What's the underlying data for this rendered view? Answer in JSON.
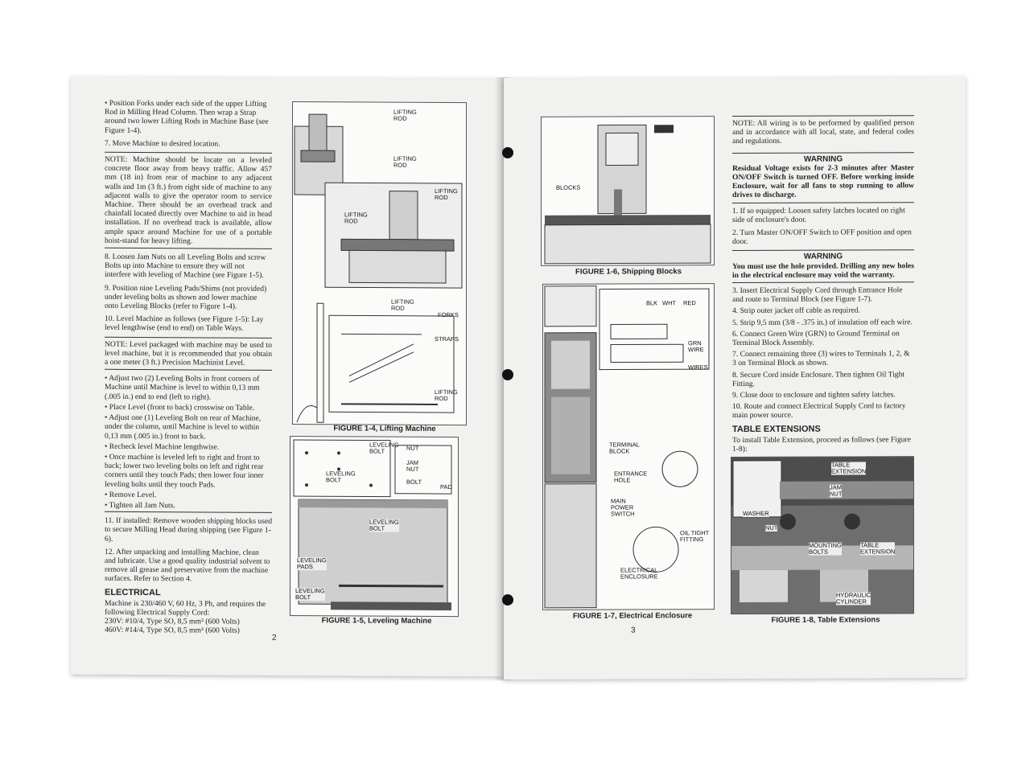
{
  "left_page": {
    "text_blocks": [
      "• Position Forks under each side of the upper Lifting Rod in Milling Head Column. Then wrap a Strap around two lower Lifting Rods in Machine Base (see Figure 1-4).",
      "7. Move Machine to desired location."
    ],
    "note1": "NOTE: Machine should be locate on a leveled concrete floor away from heavy traffic. Allow 457 mm (18 in) from rear of machine to any adjacent walls and 1m (3 ft.) from right side of machine to any adjacent walls to give the operator room to service Machine. There should be an overhead track and chainfall located directly over Machine to aid in head installation. If no overhead track is available, allow ample space around Machine for use of a portable hoist-stand for heavy lifting.",
    "steps": [
      "8. Loosen Jam Nuts on all Leveling Bolts and screw Bolts up into Machine to ensure they will not interfere with leveling of Machine (see Figure 1-5).",
      "9. Position nine Leveling Pads/Shims (not provided) under leveling bolts as shown and lower machine onto Leveling Blocks (refer to Figure 1-4).",
      "10. Level Machine as follows (see Figure 1-5): Lay level lengthwise (end to end) on Table Ways."
    ],
    "note2": "NOTE: Level packaged with machine may be used to level machine, but it is recommended that you obtain a one meter (3 ft.) Precision Machinist Level.",
    "bullets": [
      "• Adjust two (2) Leveling Bolts in front corners of Machine until Machine is level to within 0,13 mm (.005 in.) end to end (left to right).",
      "• Place Level (front to back) crosswise on Table.",
      "• Adjust one (1) Leveling Bolt on rear of Machine, under the column, until Machine is level to within 0,13 mm (.005 in.) front to back.",
      "• Recheck level Machine lengthwise.",
      "• Once machine is leveled left to right and front to back; lower two leveling bolts on left and right rear corners until they touch Pads; then lower four inner leveling bolts until they touch Pads.",
      "• Remove Level.",
      "• Tighten all Jam Nuts."
    ],
    "steps2": [
      "11. If installed: Remove wooden shipping blocks used to secure Milling Head during shipping (see Figure 1-6).",
      "12. After unpacking and installing Machine, clean and lubricate. Use a good quality industrial solvent to remove all grease and preservative from the machine surfaces. Refer to Section 4."
    ],
    "electrical_heading": "ELECTRICAL",
    "electrical_text": "Machine is 230/460 V, 60 Hz, 3 Ph, and requires the following Electrical Supply Cord:",
    "cord_230": "230V: #10/4, Type SO, 8,5 mm² (600 Volts)",
    "cord_460": "460V: #14/4, Type SO, 8,5 mm² (600 Volts)",
    "fig14_caption": "FIGURE 1-4, Lifting Machine",
    "fig15_caption": "FIGURE 1-5, Leveling Machine",
    "page_number": "2",
    "fig14_labels": {
      "lifting_rod_1": "LIFTING\nROD",
      "lifting_rod_2": "LIFTING\nROD",
      "lifting_rod_3": "LIFTING\nROD",
      "lifting_rod_4": "LIFTING\nROD",
      "lifting_rod_5": "LIFTING\nROD",
      "lifting_rod_6": "LIFTING\nROD",
      "forks": "FORKS",
      "straps": "STRAPS"
    },
    "fig15_labels": {
      "leveling_bolt_top": "LEVELING\nBOLT",
      "leveling_bolt_mid": "LEVELING\nBOLT",
      "nut": "NUT",
      "jam_nut": "JAM\nNUT",
      "bolt": "BOLT",
      "pad": "PAD",
      "leveling_bolt_right": "LEVELING\nBOLT",
      "leveling_pads": "LEVELING\nPADS",
      "leveling_bolt_bottom": "LEVELING\nBOLT"
    }
  },
  "right_page": {
    "fig16_caption": "FIGURE 1-6, Shipping Blocks",
    "fig16_label": "BLOCKS",
    "fig17_caption": "FIGURE 1-7, Electrical Enclosure",
    "fig17_labels": {
      "blk": "BLK",
      "wht": "WHT",
      "red": "RED",
      "grn_wire": "GRN\nWIRE",
      "wires": "WIRES",
      "terminal_block": "TERMINAL\nBLOCK",
      "entrance_hole": "ENTRANCE\nHOLE",
      "main_power_switch": "MAIN\nPOWER\nSWITCH",
      "oil_tight_fitting": "OIL TIGHT\nFITTING",
      "electrical_enclosure": "ELECTRICAL\nENCLOSURE"
    },
    "note": "NOTE: All wiring is to be performed by qualified person and in accordance with all local, state, and federal codes and regulations.",
    "warning1_heading": "WARNING",
    "warning1_text": "Residual Voltage exists for 2-3 minutes after Master ON/OFF Switch is turned OFF. Before working inside Enclosure, wait for all fans to stop running to allow drives to discharge.",
    "steps_a": [
      "1. If so equipped: Loosen safety latches located on right side of enclosure's door.",
      "2. Turn Master ON/OFF Switch to OFF position and open door."
    ],
    "warning2_heading": "WARNING",
    "warning2_text": "You must use the hole provided. Drilling any new holes in the electrical enclosure may void the warranty.",
    "steps_b": [
      "3. Insert Electrical Supply Cord through Entrance Hole and route to Terminal Block (see Figure 1-7).",
      "4. Strip outer jacket off cable as required.",
      "5. Strip 9,5 mm (3/8 - .375 in.) of insulation off each wire.",
      "6. Connect Green Wire (GRN) to Ground Terminal on Terminal Block Assembly.",
      "7. Connect remaining three (3) wires to Terminals 1, 2, & 3 on Terminal Block as shown.",
      "8. Secure Cord inside Enclosure. Then tighten Oil Tight Fitting.",
      "9. Close door to enclosure and tighten safety latches.",
      "10. Route and connect Electrical Supply Cord to factory main power source."
    ],
    "table_ext_heading": "TABLE EXTENSIONS",
    "table_ext_text": "To install Table Extension, proceed as follows (see Figure 1-8):",
    "fig18_caption": "FIGURE 1-8, Table Extensions",
    "fig18_labels": {
      "table_extension_top": "TABLE\nEXTENSION",
      "jam_nut": "JAM\nNUT",
      "washer": "WASHER",
      "nut": "NUT",
      "mounting_bolts": "MOUNTING\nBOLTS",
      "table_extension_right": "TABLE\nEXTENSION",
      "hydraulic_cylinder": "HYDRAULIC\nCYLINDER"
    },
    "page_number": "3"
  }
}
